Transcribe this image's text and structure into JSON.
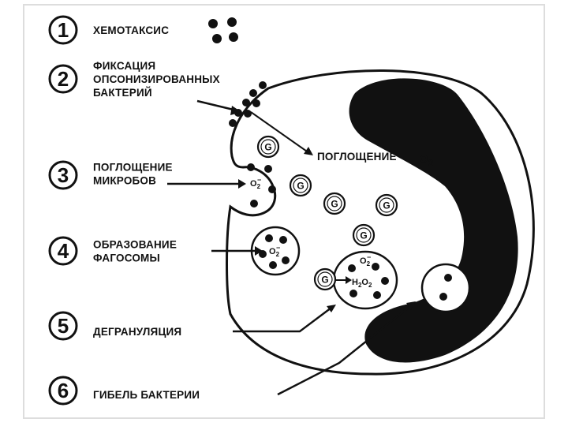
{
  "steps": [
    {
      "num": "1",
      "lines": [
        "ХЕМОТАКСИС"
      ]
    },
    {
      "num": "2",
      "lines": [
        "ФИКСАЦИЯ",
        "ОПСОНИЗИРОВАННЫХ",
        "БАКТЕРИЙ"
      ]
    },
    {
      "num": "3",
      "lines": [
        "ПОГЛОЩЕНИЕ",
        "МИКРОБОВ"
      ]
    },
    {
      "num": "4",
      "lines": [
        "ОБРАЗОВАНИЕ",
        "ФАГОСОМЫ"
      ]
    },
    {
      "num": "5",
      "lines": [
        "ДЕГРАНУЛЯЦИЯ"
      ]
    },
    {
      "num": "6",
      "lines": [
        "ГИБЕЛЬ БАКТЕРИИ"
      ]
    }
  ],
  "o2_uptake_label": "ПОГЛОЩЕНИЕ",
  "o2_formula": "O2",
  "granule_letter": "G",
  "superoxide": "O2",
  "superoxide_charge": "−",
  "peroxide": "H2O2",
  "colors": {
    "ink": "#111111",
    "paper": "#ffffff",
    "frame": "#dddddd"
  }
}
